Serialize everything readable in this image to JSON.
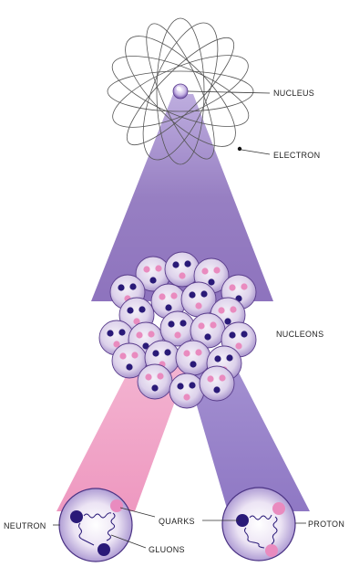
{
  "labels": {
    "nucleus": "NUCLEUS",
    "electron": "ELECTRON",
    "nucleons": "NUCLEONS",
    "neutron": "NEUTRON",
    "quarks": "QUARKS",
    "gluons": "GLUONS",
    "proton": "PROTON"
  },
  "colors": {
    "beam_purple": "#8e74bd",
    "beam_pink": "#ef9dc4",
    "beam_violet": "#9886c9",
    "nucleon_fill": "#e6def0",
    "nucleon_edge": "#5a3d8c",
    "quark_dark": "#2a1a78",
    "quark_pink": "#e98bbf",
    "orbit_line": "#555555"
  }
}
